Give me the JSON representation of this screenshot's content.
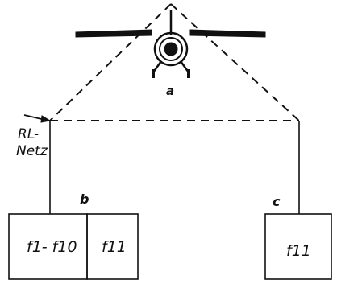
{
  "labels": {
    "aircraft": "a",
    "ground_station_b": "b",
    "ground_station_c": "c",
    "network_line1": "RL-",
    "network_line2": "Netz",
    "box_b_left": "f1- f10",
    "box_b_right": "f11",
    "box_c": "f11"
  },
  "colors": {
    "ink": "#111111",
    "background": "#ffffff"
  },
  "icons": {
    "aircraft": "airplane-front-view-icon"
  }
}
